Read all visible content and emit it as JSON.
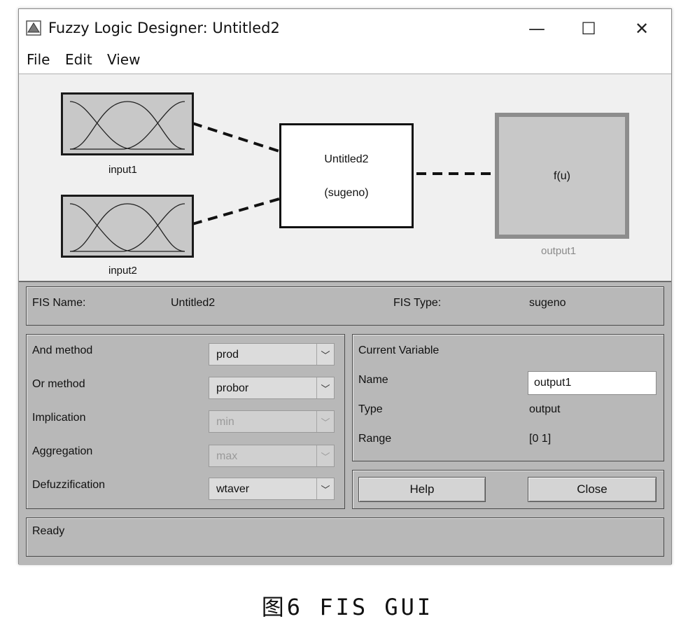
{
  "window": {
    "title": "Fuzzy Logic Designer: Untitled2",
    "controls": {
      "minimize": "—",
      "maximize": "☐",
      "close": "✕"
    }
  },
  "menu": {
    "items": [
      "File",
      "Edit",
      "View"
    ]
  },
  "diagram": {
    "inputs": [
      {
        "label": "input1"
      },
      {
        "label": "input2"
      }
    ],
    "fis_block": {
      "name": "Untitled2",
      "type": "(sugeno)"
    },
    "output": {
      "func": "f(u)",
      "label": "output1"
    }
  },
  "fis_info": {
    "name_label": "FIS Name:",
    "name_value": "Untitled2",
    "type_label": "FIS Type:",
    "type_value": "sugeno"
  },
  "methods": [
    {
      "label": "And method",
      "value": "prod",
      "enabled": true
    },
    {
      "label": "Or method",
      "value": "probor",
      "enabled": true
    },
    {
      "label": "Implication",
      "value": "min",
      "enabled": false
    },
    {
      "label": "Aggregation",
      "value": "max",
      "enabled": false
    },
    {
      "label": "Defuzzification",
      "value": "wtaver",
      "enabled": true
    }
  ],
  "current_variable": {
    "header": "Current Variable",
    "name_label": "Name",
    "name_value": "output1",
    "type_label": "Type",
    "type_value": "output",
    "range_label": "Range",
    "range_value": "[0 1]"
  },
  "buttons": {
    "help": "Help",
    "close": "Close"
  },
  "status": "Ready",
  "caption": "图6  FIS GUI",
  "colors": {
    "panel": "#b8b8b8",
    "diagram_bg": "#f0f0f0",
    "mf_fill": "#c8c8c8",
    "output_border": "#8d8d8d"
  }
}
